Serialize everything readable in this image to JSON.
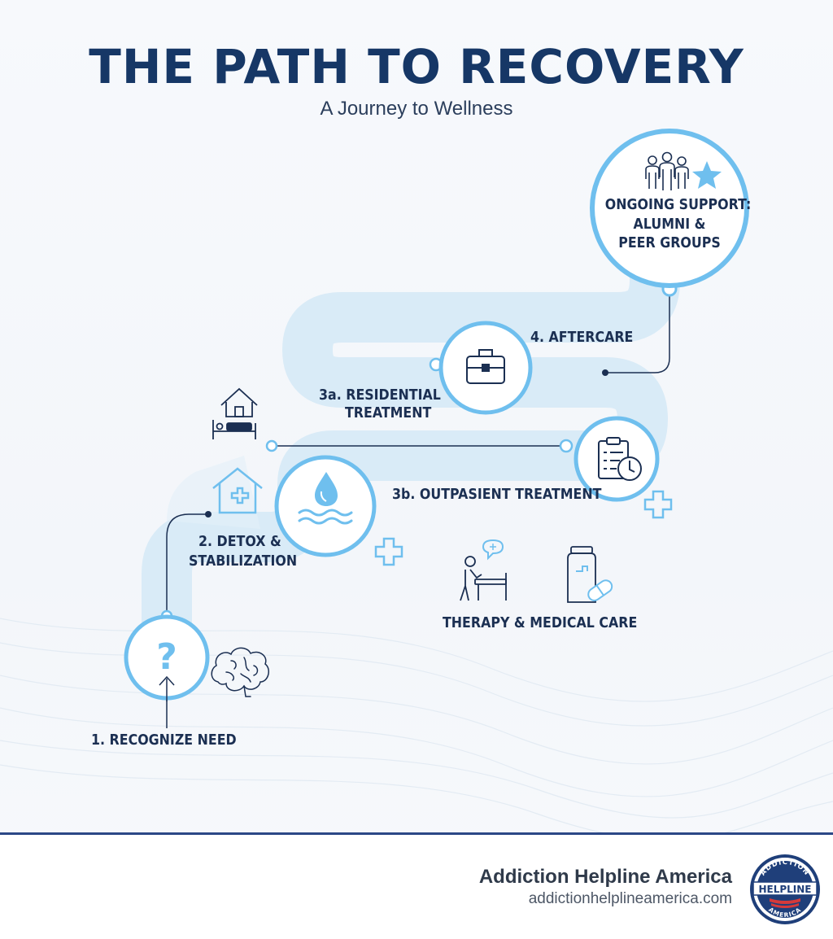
{
  "header": {
    "title": "THE PATH TO RECOVERY",
    "subtitle": "A Journey to Wellness"
  },
  "steps": [
    {
      "id": "recognize",
      "label": "1. RECOGNIZE NEED",
      "icon": "question-mark-icon"
    },
    {
      "id": "detox",
      "label_line1": "2. DETOX &",
      "label_line2": "STABILIZATION",
      "icon": "water-drop-icon"
    },
    {
      "id": "residential",
      "label_line1": "3a. RESIDENTIAL",
      "label_line2": "TREATMENT",
      "icon": "briefcase-icon"
    },
    {
      "id": "outpatient",
      "label": "3b. OUTPASIENT TREATMENT",
      "icon": "clipboard-clock-icon"
    },
    {
      "id": "aftercare",
      "label": "4. AFTERCARE"
    },
    {
      "id": "ongoing",
      "label_line1": "ONGOING SUPPORT:",
      "label_line2": "ALUMNI &",
      "label_line3": "PEER GROUPS",
      "icon": "people-star-icon"
    }
  ],
  "therapy": {
    "label": "THERAPY & MEDICAL CARE"
  },
  "footer": {
    "brand_name": "Addiction Helpline America",
    "brand_url": "addictionhelplineamerica.com",
    "badge_top": "ADDICTION",
    "badge_main": "HELPLINE",
    "badge_bottom": "AMERICA"
  },
  "colors": {
    "navy": "#163766",
    "accent": "#6fbfee",
    "path": "#d9ebf7"
  }
}
